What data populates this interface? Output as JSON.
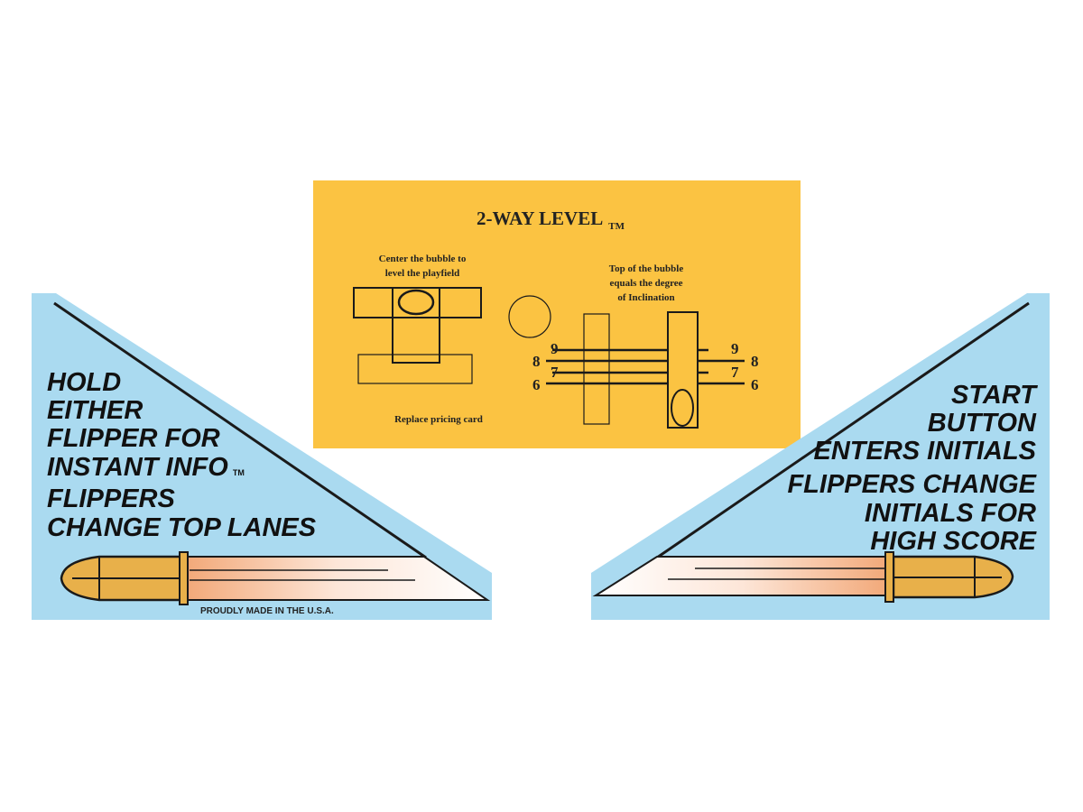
{
  "colors": {
    "blue_card": "#aadaf0",
    "yellow_card": "#fbc342",
    "ink": "#1a1a1a",
    "bullet_brass": "#e8b04a"
  },
  "left_card": {
    "lines": [
      "HOLD",
      "EITHER",
      "FLIPPER FOR",
      "INSTANT INFO",
      "FLIPPERS",
      "CHANGE TOP LANES"
    ],
    "tm": "TM",
    "footer": "PROUDLY MADE IN THE U.S.A."
  },
  "center_card": {
    "title": "2-WAY LEVEL",
    "tm": "TM",
    "left_caption": [
      "Center the bubble to",
      "level the playfield"
    ],
    "right_caption": [
      "Top of the bubble",
      "equals the degree",
      "of Inclination"
    ],
    "bottom_caption": "Replace pricing card",
    "scale_left": [
      "9",
      "8",
      "7",
      "6"
    ],
    "scale_right": [
      "9",
      "8",
      "7",
      "6"
    ]
  },
  "right_card": {
    "lines": [
      "START",
      "BUTTON",
      "ENTERS INITIALS",
      "FLIPPERS CHANGE",
      "INITIALS FOR",
      "HIGH SCORE"
    ]
  }
}
